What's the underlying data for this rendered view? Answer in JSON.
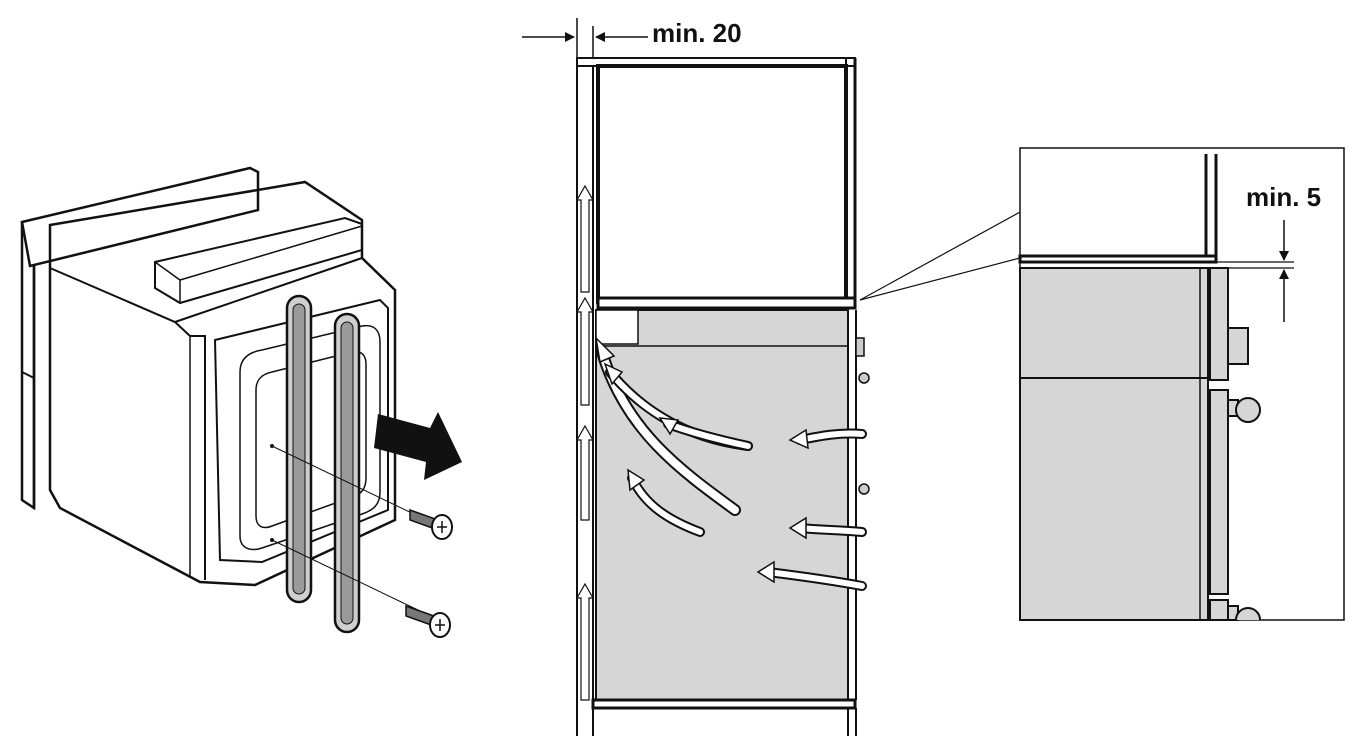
{
  "figure": {
    "panels": [
      {
        "id": "oven-rails",
        "description_label": ""
      },
      {
        "id": "cabinet-section",
        "description_label": ""
      },
      {
        "id": "detail-gap",
        "description_label": ""
      }
    ]
  },
  "labels": {
    "top_gap": "min. 20",
    "detail_gap": "min. 5"
  },
  "colors": {
    "ink": "#111111",
    "appliance_fill": "#d6d6d6",
    "background": "#ffffff"
  }
}
